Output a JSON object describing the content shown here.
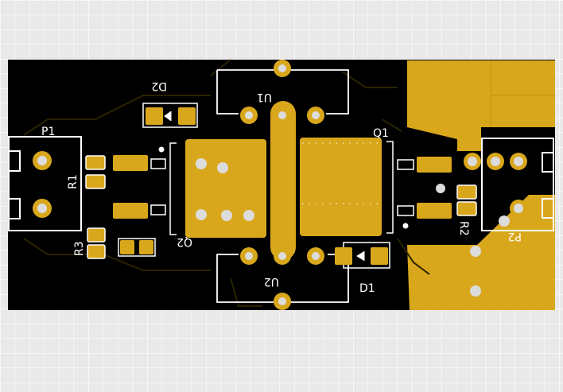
{
  "board": {
    "colors": {
      "background": "#e9e9e9",
      "grid": "#ffffff",
      "board": "#000000",
      "copper": "#d9a71c",
      "trace": "#2a2300",
      "silkscreen": "#ffffff",
      "drill": "#dcdcdc"
    }
  },
  "labels": {
    "p1": "P1",
    "r1": "R1",
    "r3": "R3",
    "d2": "D2",
    "u1": "U1",
    "q2": "Q2",
    "q1": "Q1",
    "u2": "U2",
    "d1": "D1",
    "r2": "R2",
    "p2": "P2"
  }
}
